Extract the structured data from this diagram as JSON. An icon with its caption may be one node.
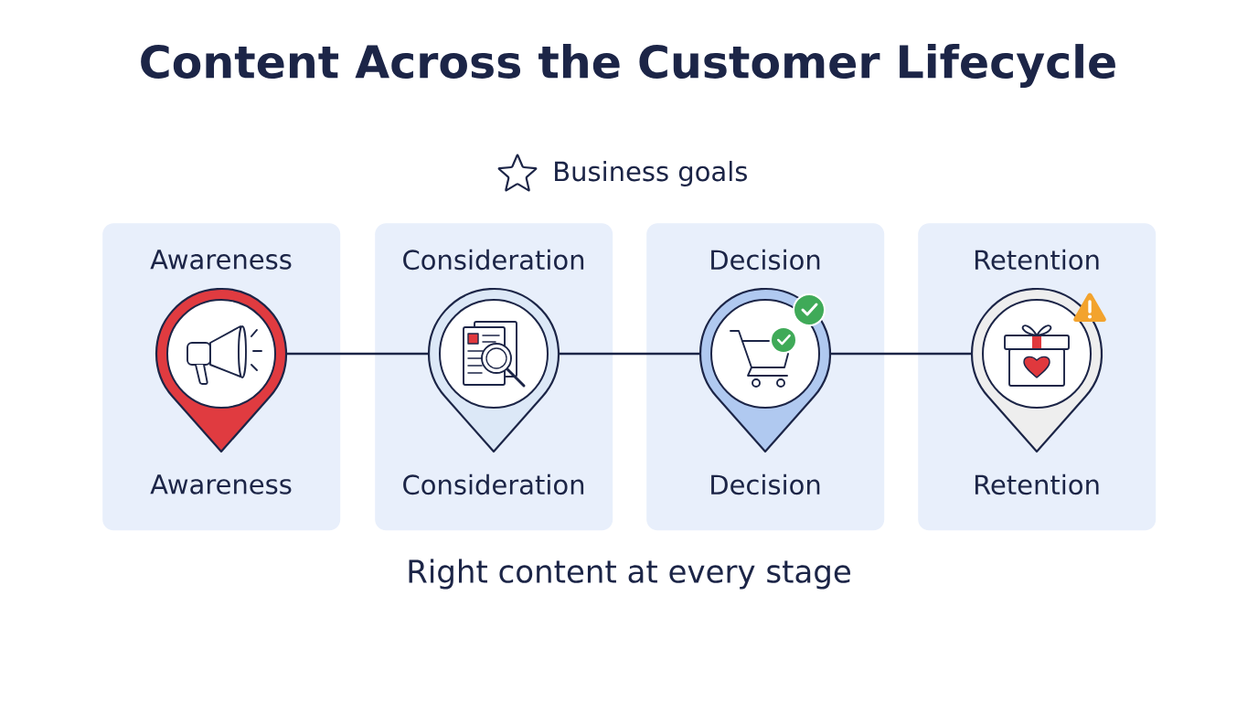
{
  "diagram": {
    "title": "Content Across the Customer Lifecycle",
    "nodes": [
      {
        "text": [
          "Awareness",
          "Awareness"
        ]
      },
      {
        "text": [],
        "shape": "pin",
        "in": 0
      },
      {
        "text": [
          "Consideration",
          "Consideration"
        ]
      },
      {
        "text": [],
        "shape": "pin",
        "in": 2
      },
      {
        "text": [
          "Decision",
          "Decision"
        ]
      },
      {
        "text": [],
        "shape": "pin",
        "in": 4
      },
      {
        "text": [
          "Retention",
          "Retention"
        ]
      },
      {
        "text": [],
        "shape": "pin",
        "in": 6
      }
    ],
    "edges": [
      {
        "from": 1,
        "to": 3,
        "arrow": "none"
      },
      {
        "from": 3,
        "to": 5,
        "arrow": "none"
      },
      {
        "from": 5,
        "to": 7,
        "arrow": "none"
      }
    ],
    "labels": [
      "Business goals",
      "Right content at every stage"
    ]
  }
}
